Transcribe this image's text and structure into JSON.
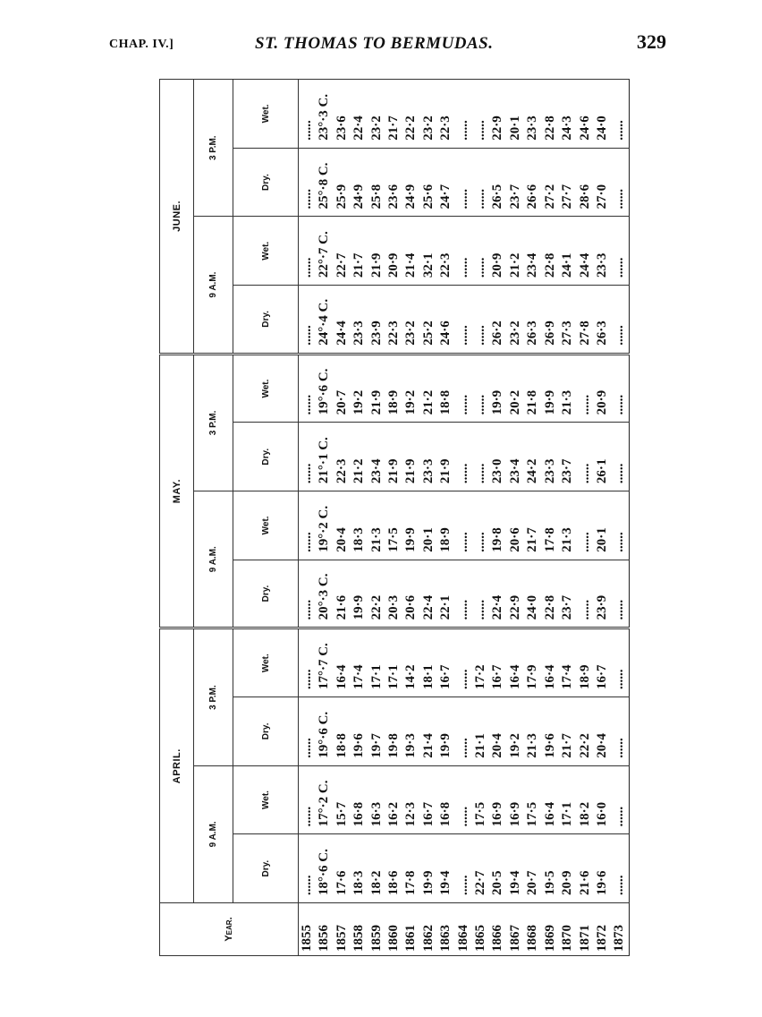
{
  "page_header": {
    "chapter": "CHAP. IV.]",
    "title": "ST. THOMAS TO BERMUDAS.",
    "page_number": "329"
  },
  "table": {
    "year_label": "Year.",
    "months": [
      "APRIL.",
      "MAY.",
      "JUNE."
    ],
    "times": [
      "9 A.M.",
      "3 P.M.",
      "9 A.M.",
      "3 P.M.",
      "9 A.M.",
      "3 P.M."
    ],
    "subcols": [
      "Dry.",
      "Wet.",
      "Dry.",
      "Wet.",
      "Dry.",
      "Wet.",
      "Dry.",
      "Wet.",
      "Dry.",
      "Wet.",
      "Dry.",
      "Wet."
    ],
    "rows": [
      {
        "year": "1855",
        "values": [
          "......",
          "......",
          "......",
          "......",
          "......",
          "......",
          "......",
          "......",
          "......",
          "......",
          "......",
          "......"
        ]
      },
      {
        "year": "1856",
        "values": [
          "18°·6 C.",
          "17°·2 C.",
          "19°·6 C.",
          "17°·7 C.",
          "20°·3 C.",
          "19°·2 C.",
          "21°·1 C.",
          "19°·6 C.",
          "24°·4 C.",
          "22°·7 C.",
          "25°·8 C.",
          "23°·3 C."
        ]
      },
      {
        "year": "1857",
        "values": [
          "17·6",
          "15·7",
          "18·8",
          "16·4",
          "21·6",
          "20·4",
          "22·3",
          "20·7",
          "24·4",
          "22·7",
          "25·9",
          "23·6"
        ]
      },
      {
        "year": "1858",
        "values": [
          "18·3",
          "16·8",
          "19·6",
          "17·4",
          "19·9",
          "18·3",
          "21·2",
          "19·2",
          "23·3",
          "21·7",
          "24·9",
          "22·4"
        ]
      },
      {
        "year": "1859",
        "values": [
          "18·2",
          "16·3",
          "19·7",
          "17·1",
          "22·2",
          "21·3",
          "23·4",
          "21·9",
          "23·9",
          "21·9",
          "25·8",
          "23·2"
        ]
      },
      {
        "year": "1860",
        "values": [
          "18·6",
          "16·2",
          "19·8",
          "17·1",
          "20·3",
          "17·5",
          "21·9",
          "18·9",
          "22·3",
          "20·9",
          "23·6",
          "21·7"
        ]
      },
      {
        "year": "1861",
        "values": [
          "17·8",
          "12·3",
          "19·3",
          "14·2",
          "20·6",
          "19·9",
          "21·9",
          "19·2",
          "23·2",
          "21·4",
          "24·9",
          "22·2"
        ]
      },
      {
        "year": "1862",
        "values": [
          "19·9",
          "16·7",
          "21·4",
          "18·1",
          "22·4",
          "20·1",
          "23·3",
          "21·2",
          "25·2",
          "32·1",
          "25·6",
          "23·2"
        ]
      },
      {
        "year": "1863",
        "values": [
          "19·4",
          "16·8",
          "19·9",
          "16·7",
          "22·1",
          "18·9",
          "21·9",
          "18·8",
          "24·6",
          "22·3",
          "24·7",
          "22·3"
        ]
      },
      {
        "year": "1864",
        "values": [
          "......",
          "......",
          "......",
          "......",
          "......",
          "......",
          "......",
          "......",
          "......",
          "......",
          "......",
          "......"
        ]
      },
      {
        "year": "1865",
        "values": [
          "22·7",
          "17·5",
          "21·1",
          "17·2",
          "......",
          "......",
          "......",
          "......",
          "......",
          "......",
          "......",
          "......"
        ]
      },
      {
        "year": "1866",
        "values": [
          "20·5",
          "16·9",
          "20·4",
          "16·7",
          "22·4",
          "19·8",
          "23·0",
          "19·9",
          "26·2",
          "20·9",
          "26·5",
          "22·9"
        ]
      },
      {
        "year": "1867",
        "values": [
          "19·4",
          "16·9",
          "19·2",
          "16·4",
          "22·9",
          "20·6",
          "23·4",
          "20·2",
          "23·2",
          "21·2",
          "23·7",
          "20·1"
        ]
      },
      {
        "year": "1868",
        "values": [
          "20·7",
          "17·5",
          "21·3",
          "17·9",
          "24·0",
          "21·7",
          "24·2",
          "21·8",
          "26·3",
          "23·4",
          "26·6",
          "23·3"
        ]
      },
      {
        "year": "1869",
        "values": [
          "19·5",
          "16·4",
          "19·6",
          "16·4",
          "22·8",
          "17·8",
          "23·3",
          "19·9",
          "26·9",
          "22·8",
          "27·2",
          "22·8"
        ]
      },
      {
        "year": "1870",
        "values": [
          "20·9",
          "17·1",
          "21·7",
          "17·4",
          "23·7",
          "21·3",
          "23·7",
          "21·3",
          "27·3",
          "24·1",
          "27·7",
          "24·3"
        ]
      },
      {
        "year": "1871",
        "values": [
          "21·6",
          "18·2",
          "22·2",
          "18·9",
          "......",
          "......",
          "......",
          "......",
          "27·8",
          "24·4",
          "28·6",
          "24·6"
        ]
      },
      {
        "year": "1872",
        "values": [
          "19·6",
          "16·0",
          "20·4",
          "16·7",
          "23·9",
          "20·1",
          "26·1",
          "20·9",
          "26·3",
          "23·3",
          "27·0",
          "24·0"
        ]
      },
      {
        "year": "1873",
        "values": [
          "......",
          "......",
          "......",
          "......",
          "......",
          "......",
          "......",
          "......",
          "......",
          "......",
          "......",
          "......"
        ]
      }
    ]
  }
}
